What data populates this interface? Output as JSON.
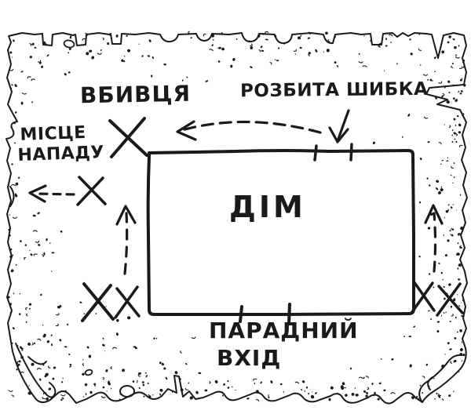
{
  "colors": {
    "ink": "#1a1a1a",
    "paper": "#ffffff"
  },
  "labels": {
    "killer": "ВБИВЦЯ",
    "broken_window": "РОЗБИТА ШИБКА",
    "attack_place": [
      "МІСЦЕ",
      "НАПАДУ"
    ],
    "house": "ДІМ",
    "front_entrance": [
      "ПАРАДНИЙ",
      "ВХІД"
    ]
  },
  "figures": {
    "x_mark_count": 6,
    "dashed_arrow_count": 4,
    "solid_arrow_count": 1,
    "door_tick_pairs": 2
  }
}
